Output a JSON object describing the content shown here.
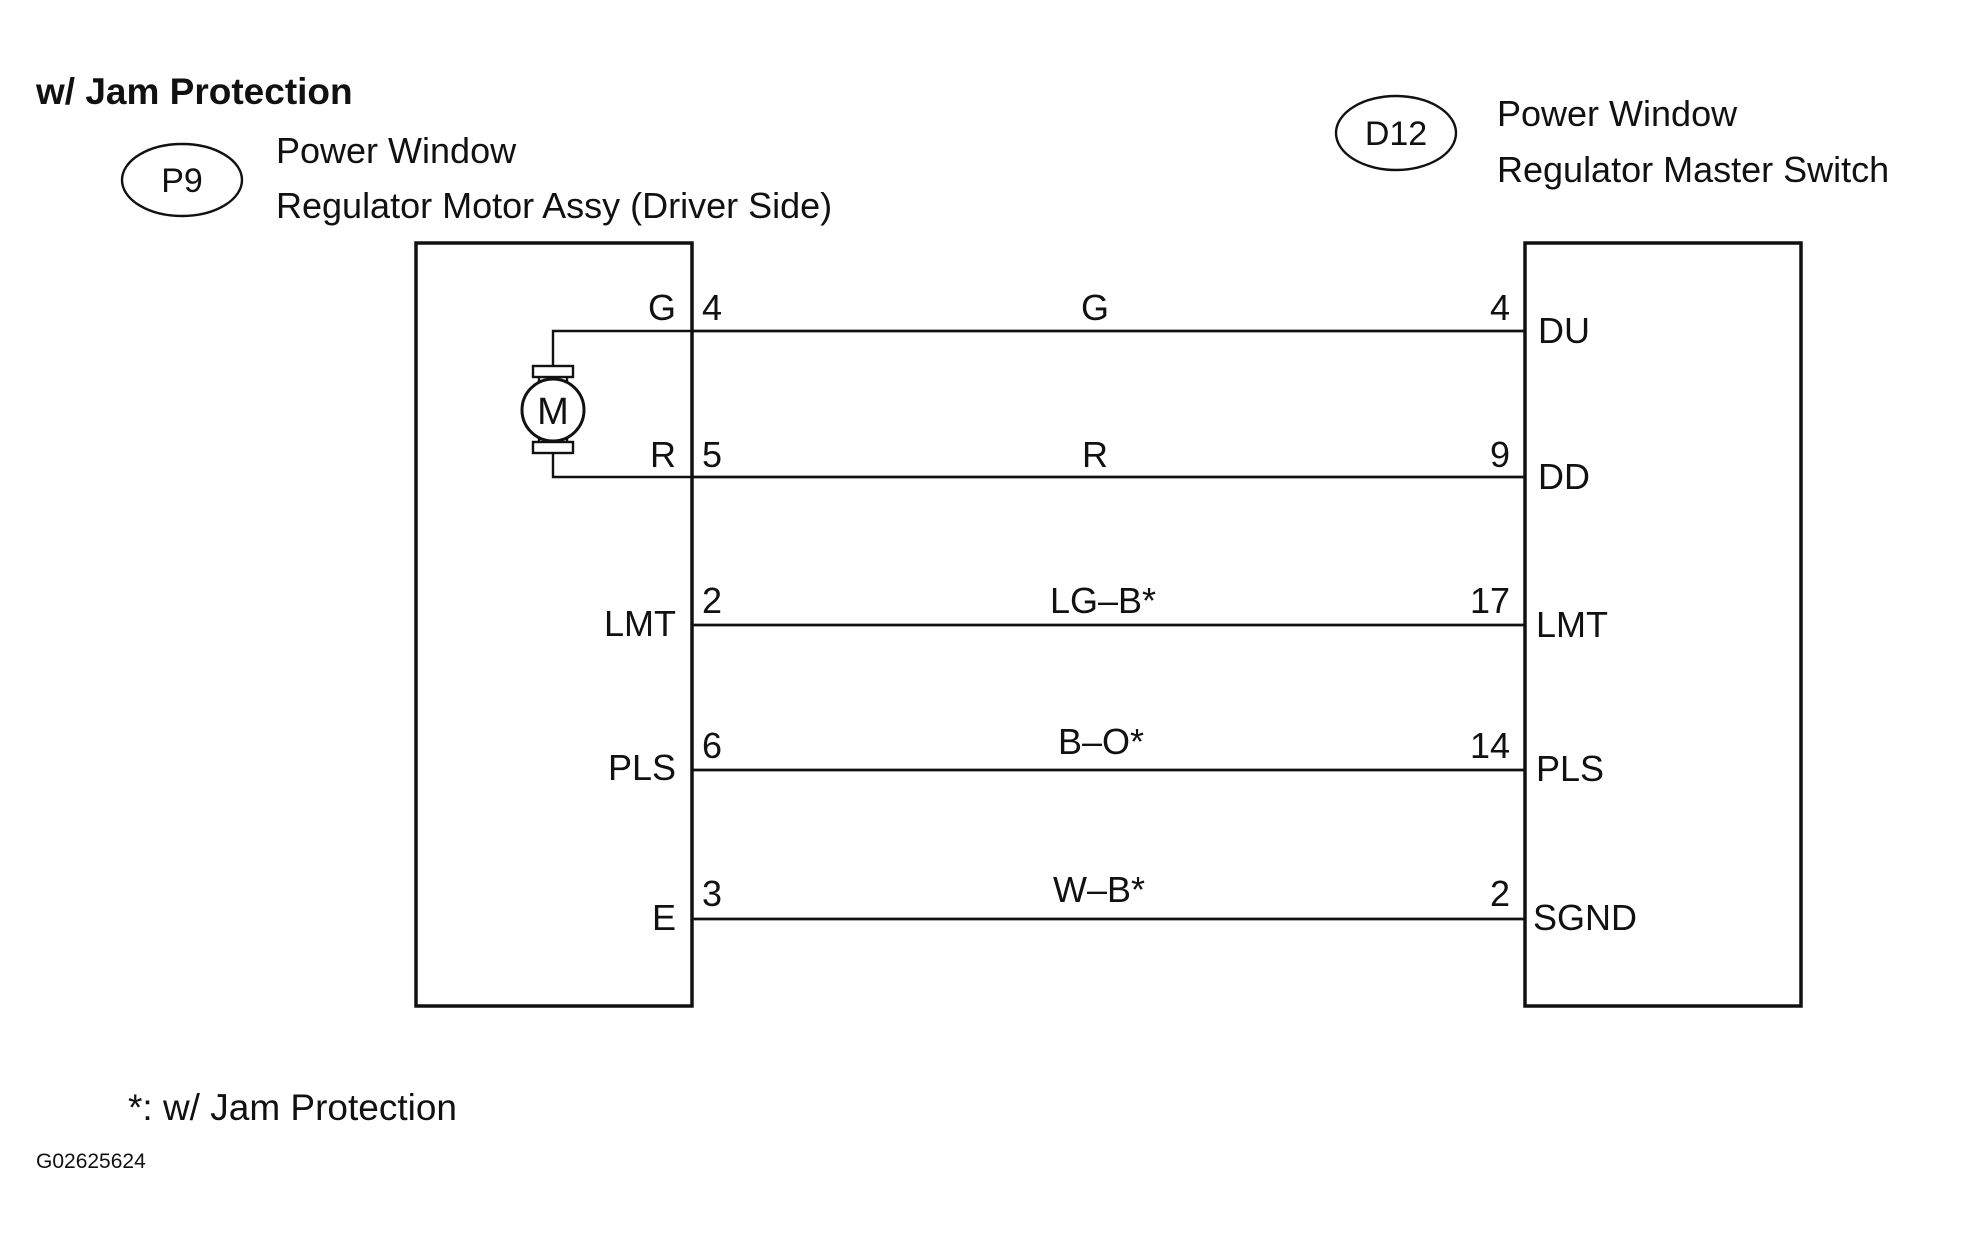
{
  "header": {
    "title": "w/ Jam Protection"
  },
  "left_component": {
    "connector": "P9",
    "name_line1": "Power Window",
    "name_line2": "Regulator Motor Assy (Driver Side)",
    "motor_symbol": "M"
  },
  "right_component": {
    "connector": "D12",
    "name_line1": "Power Window",
    "name_line2": "Regulator Master Switch"
  },
  "wires": [
    {
      "left_terminal": "G",
      "left_pin": "4",
      "color": "G",
      "right_pin": "4",
      "right_terminal": "DU"
    },
    {
      "left_terminal": "R",
      "left_pin": "5",
      "color": "R",
      "right_pin": "9",
      "right_terminal": "DD"
    },
    {
      "left_terminal": "LMT",
      "left_pin": "2",
      "color": "LG–B*",
      "right_pin": "17",
      "right_terminal": "LMT"
    },
    {
      "left_terminal": "PLS",
      "left_pin": "6",
      "color": "B–O*",
      "right_pin": "14",
      "right_terminal": "PLS"
    },
    {
      "left_terminal": "E",
      "left_pin": "3",
      "color": "W–B*",
      "right_pin": "2",
      "right_terminal": "SGND"
    }
  ],
  "footnote": "*: w/ Jam Protection",
  "figure_code": "G02625624"
}
